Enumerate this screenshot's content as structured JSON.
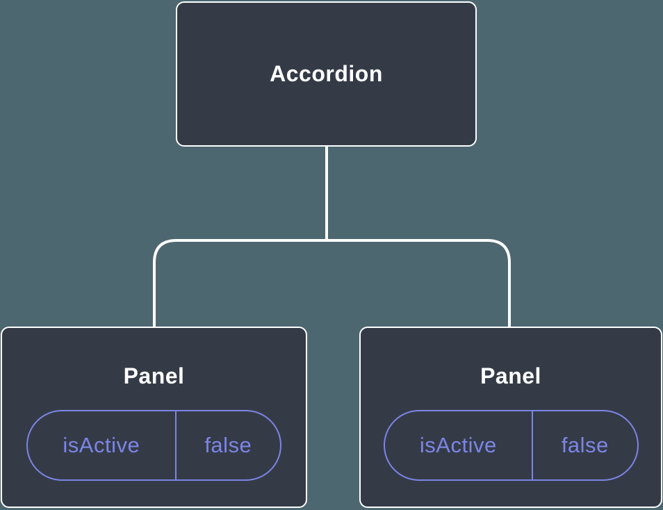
{
  "colors": {
    "canvas-bg": "#4D6770",
    "node-bg": "#343B47",
    "node-border": "#FFFFFF",
    "connector": "#FFFFFF",
    "title-color": "#FFFFFF",
    "state-color": "#7D85E6"
  },
  "diagram": {
    "type": "component-tree",
    "root": {
      "label": "Accordion"
    },
    "panels": [
      {
        "title": "Panel",
        "state": {
          "name": "isActive",
          "value": "false"
        }
      },
      {
        "title": "Panel",
        "state": {
          "name": "isActive",
          "value": "false"
        }
      }
    ]
  }
}
